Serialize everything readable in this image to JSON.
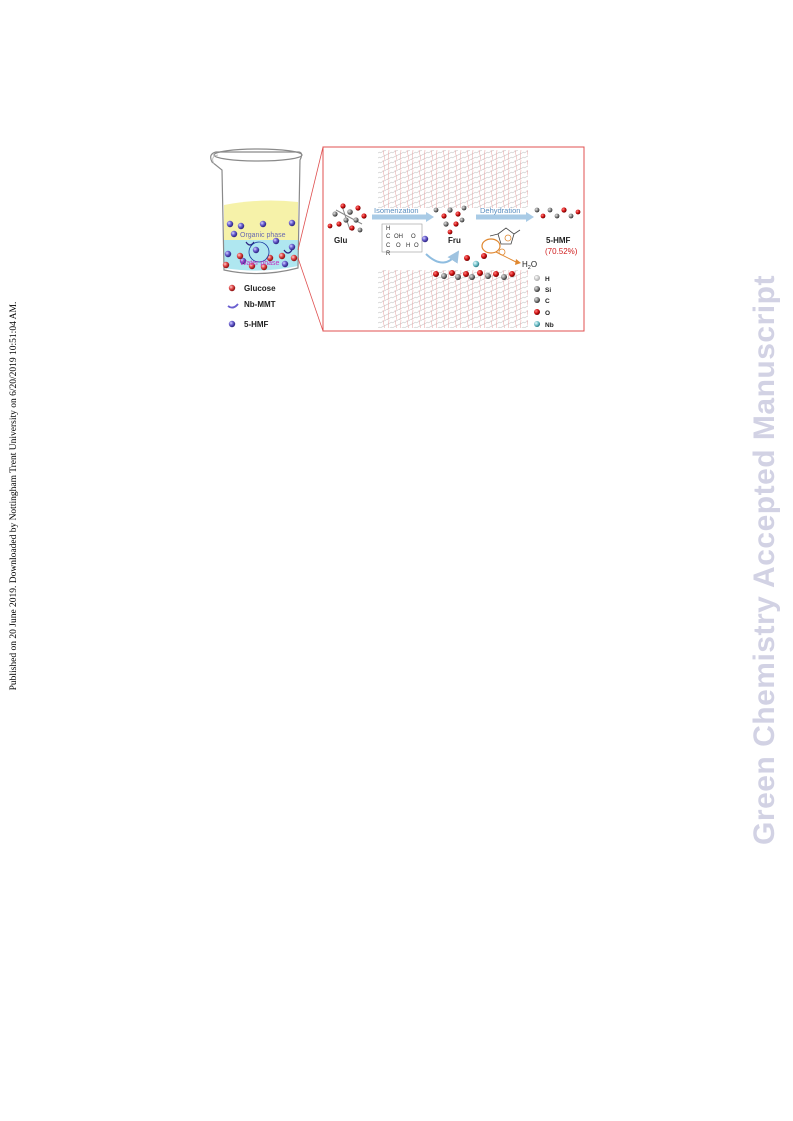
{
  "sidebar_left": {
    "text": "Published on 20 June 2019. Downloaded by Nottingham Trent University on 6/20/2019 10:51:04 AM."
  },
  "watermark": {
    "text": "Green Chemistry Accepted Manuscript"
  },
  "figure": {
    "beaker": {
      "organic_label": "Organic phase",
      "water_label": "Water phase"
    },
    "legend": [
      {
        "label": "Glucose",
        "icon": "red-sphere-icon"
      },
      {
        "label": "Nb-MMT",
        "icon": "clay-sheet-icon"
      },
      {
        "label": "5-HMF",
        "icon": "purple-sphere-icon"
      }
    ],
    "reaction": {
      "glu": "Glu",
      "fru": "Fru",
      "hmf": "5-HMF",
      "yield": "(70.52%)",
      "step1": "Isomerization",
      "step2": "Dehydration",
      "water": "H",
      "water_sub": "2",
      "water_end": "O"
    },
    "mech": {
      "h": "H",
      "c1": "C",
      "oh": "OH",
      "c2": "C",
      "hoh": "H",
      "r": "R",
      "o1": "O",
      "o2": "O",
      "o3": "O"
    },
    "atoms": [
      {
        "label": "H",
        "color": "#f0f0f0"
      },
      {
        "label": "Si",
        "color": "#777777"
      },
      {
        "label": "C",
        "color": "#8c8c8c"
      },
      {
        "label": "O",
        "color": "#d01010"
      },
      {
        "label": "Nb",
        "color": "#6fc0c8"
      }
    ],
    "colors": {
      "frame": "#e05050",
      "organic": "#f4f09a",
      "water": "#a6e4ee",
      "arrow": "#a9cbe6",
      "yield": "#d02020"
    }
  }
}
